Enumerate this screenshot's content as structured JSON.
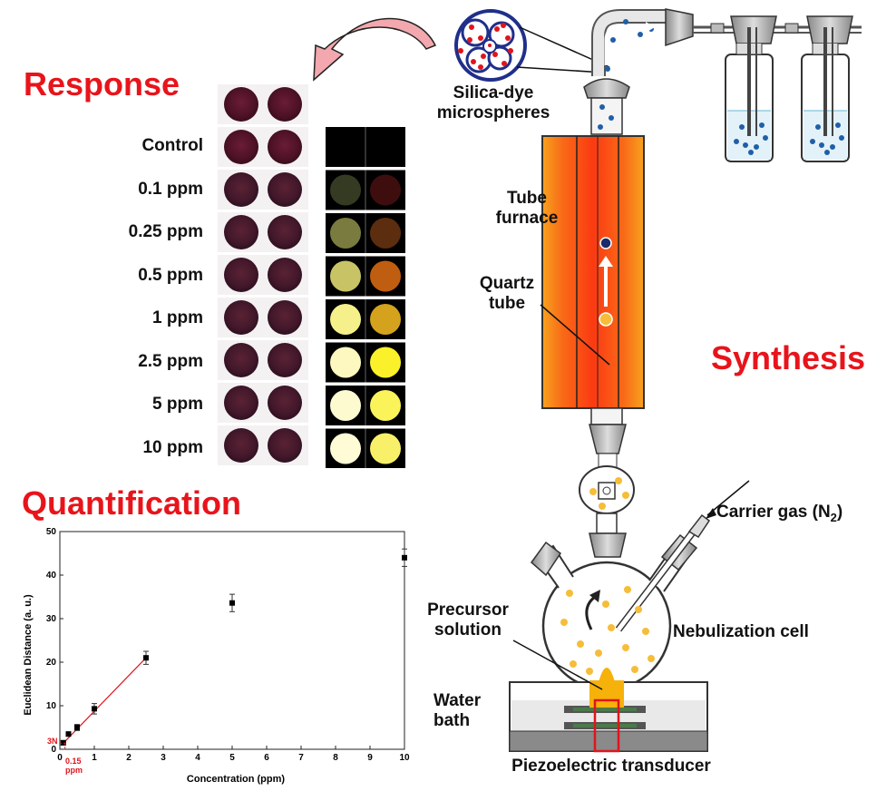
{
  "titles": {
    "response": "Response",
    "quantification": "Quantification",
    "synthesis": "Synthesis"
  },
  "response": {
    "concentrations": [
      "Control",
      "0.1 ppm",
      "0.25 ppm",
      "0.5 ppm",
      "1 ppm",
      "2.5 ppm",
      "5 ppm",
      "10 ppm"
    ],
    "difference_colors_left": [
      "#0b0b0b",
      "#353a22",
      "#7a7b3e",
      "#c8c466",
      "#f5f08a",
      "#fcf8bf",
      "#fdfad0",
      "#fefbd6"
    ],
    "difference_colors_right": [
      "#0b0b0b",
      "#3e0e0e",
      "#5c2d0f",
      "#bf5e10",
      "#d4a21d",
      "#fbf12a",
      "#fbf35a",
      "#f9f06a"
    ]
  },
  "diagram": {
    "silica_label": "Silica-dye\nmicrospheres",
    "tube_furnace": "Tube\nfurnace",
    "quartz_tube": "Quartz\ntube",
    "carrier_gas": "Carrier gas (N",
    "carrier_gas_sub": "2",
    "carrier_gas_end": ")",
    "precursor": "Precursor\nsolution",
    "nebulization": "Nebulization cell",
    "water_bath": "Water\nbath",
    "piezo": "Piezoelectric transducer"
  },
  "chart_data": {
    "type": "scatter",
    "xlabel": "Concentration (ppm)",
    "ylabel": "Euclidean Distance (a. u.)",
    "xlim": [
      0,
      10
    ],
    "ylim": [
      0,
      50
    ],
    "xticks": [
      0,
      1,
      2,
      3,
      4,
      5,
      6,
      7,
      8,
      9,
      10
    ],
    "yticks": [
      0,
      10,
      20,
      30,
      40,
      50
    ],
    "points": [
      {
        "x": 0.1,
        "y": 1.5,
        "err": 0.5
      },
      {
        "x": 0.25,
        "y": 3.5,
        "err": 0.5
      },
      {
        "x": 0.5,
        "y": 5.0,
        "err": 0.7
      },
      {
        "x": 1.0,
        "y": 9.3,
        "err": 1.2
      },
      {
        "x": 2.5,
        "y": 21.0,
        "err": 1.5
      },
      {
        "x": 5.0,
        "y": 33.6,
        "err": 2.0
      },
      {
        "x": 10.0,
        "y": 44.0,
        "err": 2.0
      }
    ],
    "fit_line": {
      "x": [
        0.1,
        2.5
      ],
      "y": [
        1.4,
        21.0
      ]
    },
    "annotation_3n": "3N",
    "annotation_lod": "0.15\nppm",
    "grid": false
  }
}
